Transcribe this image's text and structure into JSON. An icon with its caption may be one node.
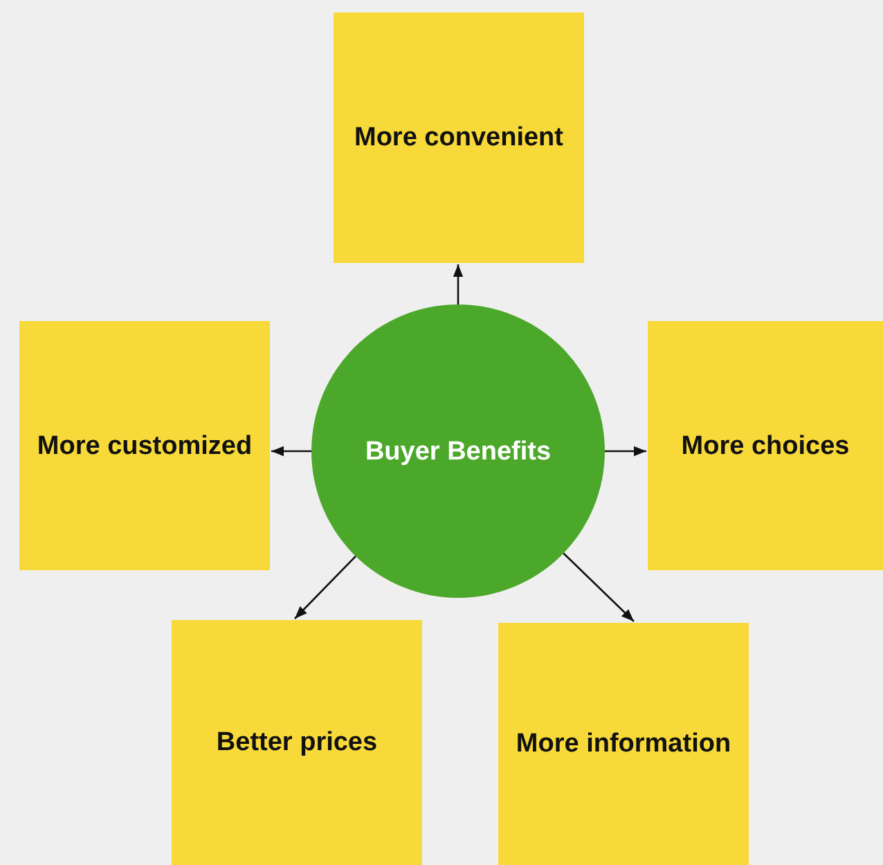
{
  "diagram": {
    "nodes": [
      {
        "text": [
          "More convenient"
        ]
      },
      {
        "text": [
          "More customized"
        ]
      },
      {
        "text": [
          "Buyer Benefits"
        ]
      },
      {
        "text": [
          "More choices"
        ]
      },
      {
        "text": [
          "Better prices"
        ]
      },
      {
        "text": [
          "More information"
        ]
      }
    ],
    "edges": [
      {
        "from": 2,
        "to": 0,
        "arrow": "to"
      },
      {
        "from": 2,
        "to": 1,
        "arrow": "to"
      },
      {
        "from": 2,
        "to": 3,
        "arrow": "to"
      },
      {
        "from": 2,
        "to": 4,
        "arrow": "to"
      },
      {
        "from": 2,
        "to": 5,
        "arrow": "to"
      }
    ]
  }
}
